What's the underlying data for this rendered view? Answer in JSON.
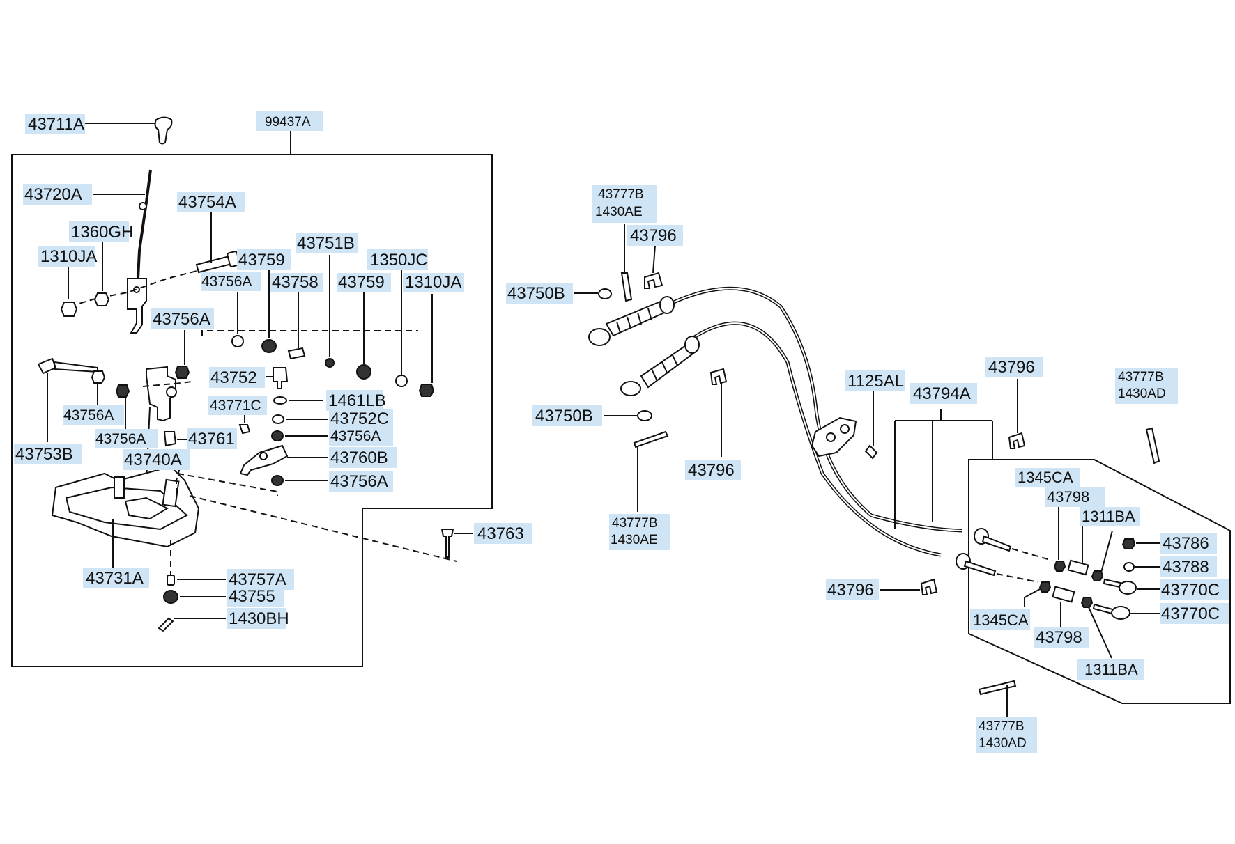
{
  "callouts": [
    {
      "id": "c01",
      "text": "43711A"
    },
    {
      "id": "c02",
      "text": "99437A"
    },
    {
      "id": "c03",
      "text": "43720A"
    },
    {
      "id": "c04",
      "text": "43754A"
    },
    {
      "id": "c05",
      "text": "1360GH"
    },
    {
      "id": "c06",
      "text": "1310JA"
    },
    {
      "id": "c07",
      "text": "43759"
    },
    {
      "id": "c08",
      "text": "43751B"
    },
    {
      "id": "c09",
      "text": "1350JC"
    },
    {
      "id": "c10",
      "text": "43756A"
    },
    {
      "id": "c11",
      "text": "43758"
    },
    {
      "id": "c12",
      "text": "43759"
    },
    {
      "id": "c13",
      "text": "1310JA"
    },
    {
      "id": "c14",
      "text": "43756A"
    },
    {
      "id": "c15",
      "text": "43752"
    },
    {
      "id": "c16",
      "text": "1461LB"
    },
    {
      "id": "c17",
      "text": "43771C"
    },
    {
      "id": "c18",
      "text": "43752C"
    },
    {
      "id": "c19",
      "text": "43756A"
    },
    {
      "id": "c20",
      "text": "43756A"
    },
    {
      "id": "c21",
      "text": "43761"
    },
    {
      "id": "c22",
      "text": "43756A"
    },
    {
      "id": "c23",
      "text": "43753B"
    },
    {
      "id": "c24",
      "text": "43740A"
    },
    {
      "id": "c25",
      "text": "43760B"
    },
    {
      "id": "c26",
      "text": "43756A"
    },
    {
      "id": "c27",
      "text": "43763"
    },
    {
      "id": "c28",
      "text": "43731A"
    },
    {
      "id": "c29",
      "text": "43757A"
    },
    {
      "id": "c30",
      "text": "43755"
    },
    {
      "id": "c31",
      "text": "1430BH"
    },
    {
      "id": "c32",
      "text": "43777B",
      "text2": "1430AE"
    },
    {
      "id": "c33",
      "text": "43796"
    },
    {
      "id": "c34",
      "text": "43750B"
    },
    {
      "id": "c35",
      "text": "43750B"
    },
    {
      "id": "c36",
      "text": "43796"
    },
    {
      "id": "c37",
      "text": "43777B",
      "text2": "1430AE"
    },
    {
      "id": "c38",
      "text": "1125AL"
    },
    {
      "id": "c39",
      "text": "43794A"
    },
    {
      "id": "c40",
      "text": "43796"
    },
    {
      "id": "c41",
      "text": "43777B",
      "text2": "1430AD"
    },
    {
      "id": "c42",
      "text": "1345CA"
    },
    {
      "id": "c43",
      "text": "43798"
    },
    {
      "id": "c44",
      "text": "1311BA"
    },
    {
      "id": "c45",
      "text": "43786"
    },
    {
      "id": "c46",
      "text": "43788"
    },
    {
      "id": "c47",
      "text": "43770C"
    },
    {
      "id": "c48",
      "text": "43770C"
    },
    {
      "id": "c49",
      "text": "43796"
    },
    {
      "id": "c50",
      "text": "1345CA"
    },
    {
      "id": "c51",
      "text": "43798"
    },
    {
      "id": "c52",
      "text": "1311BA"
    },
    {
      "id": "c53",
      "text": "43777B",
      "text2": "1430AD"
    }
  ]
}
